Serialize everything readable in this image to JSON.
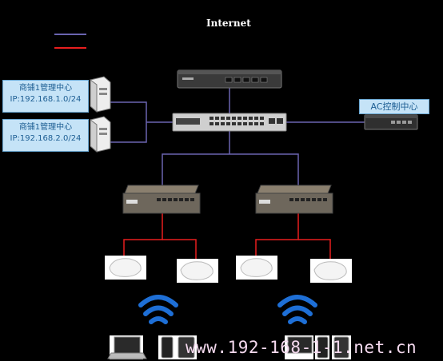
{
  "title": "Internet",
  "legend": [
    {
      "color": "#6a64b0"
    },
    {
      "color": "#e81e1e"
    }
  ],
  "mgmt": [
    {
      "name": "商铺1管理中心",
      "ip": "IP:192.168.1.0/24"
    },
    {
      "name": "商铺1管理中心",
      "ip": "IP:192.168.2.0/24"
    }
  ],
  "ac_label": "AC控制中心",
  "watermark": "www.192-168-1-1.net.cn",
  "colors": {
    "trunk": "#6a64b0",
    "access": "#e81e1e",
    "wifi": "#1e6fd6",
    "box_bg": "#c5e3f7",
    "box_text": "#1d5e93"
  },
  "icons": [
    "router-icon",
    "core-switch-icon",
    "ac-controller-icon",
    "server-icon",
    "poe-switch-icon",
    "access-point-icon",
    "wifi-icon",
    "laptop-icon",
    "phone-icon",
    "tablet-icon"
  ]
}
